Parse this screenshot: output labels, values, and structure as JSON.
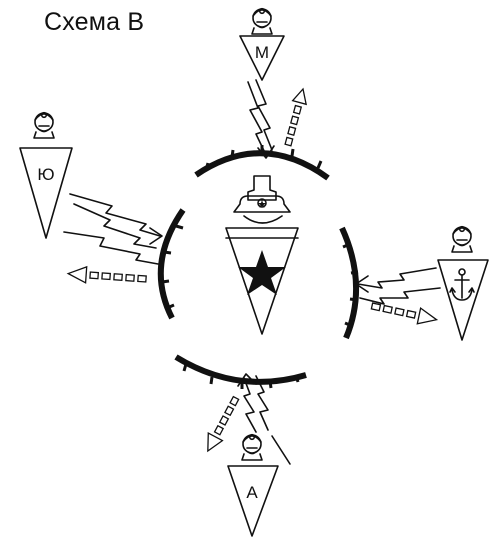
{
  "title": "Схема В",
  "units": [
    {
      "id": "north",
      "letter": "М",
      "icon": "helmet-head-icon"
    },
    {
      "id": "west",
      "letter": "Ю",
      "icon": "helmet-head-icon"
    },
    {
      "id": "east",
      "letter": "",
      "icon": "anchor-icon"
    },
    {
      "id": "south",
      "letter": "А",
      "icon": "helmet-head-icon"
    }
  ],
  "center": {
    "icon": "star-icon",
    "emblem": "tower-icon"
  },
  "colors": {
    "ink": "#111111",
    "background": "#ffffff"
  }
}
